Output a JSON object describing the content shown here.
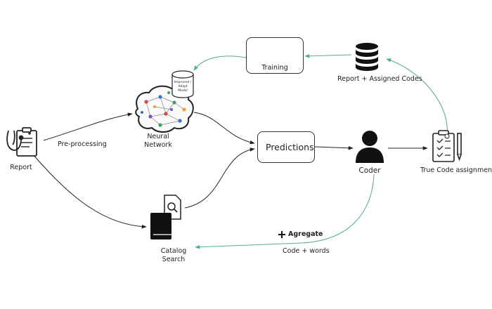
{
  "nodes": {
    "report": "Report",
    "preprocessing": "Pre-processing",
    "neural_network": "Neural\nNetwork",
    "improved_model": "Improved /\nAdapt\nModel",
    "training": "Training",
    "report_assigned": "Report + Assigned Codes",
    "predictions": "Predictions",
    "coder": "Coder",
    "true_code": "True Code assignment",
    "catalog_search": "Catalog\nSearch",
    "aggregate": "Agregate",
    "code_words": "Code + words"
  },
  "icons": {
    "report": "medical-report-stethoscope-icon",
    "brain": "neural-network-brain-icon",
    "database": "database-icon",
    "training_brain": "brain-icon",
    "training_tools": "tools-icon",
    "cylinder": "model-cylinder-icon",
    "coder": "person-icon",
    "clipboard": "clipboard-checklist-icon",
    "catalog": "book-search-icon"
  },
  "colors": {
    "flow_arrow": "#222222",
    "feedback_arrow": "#4cae8e",
    "tools_circle": "#e8a23a"
  }
}
